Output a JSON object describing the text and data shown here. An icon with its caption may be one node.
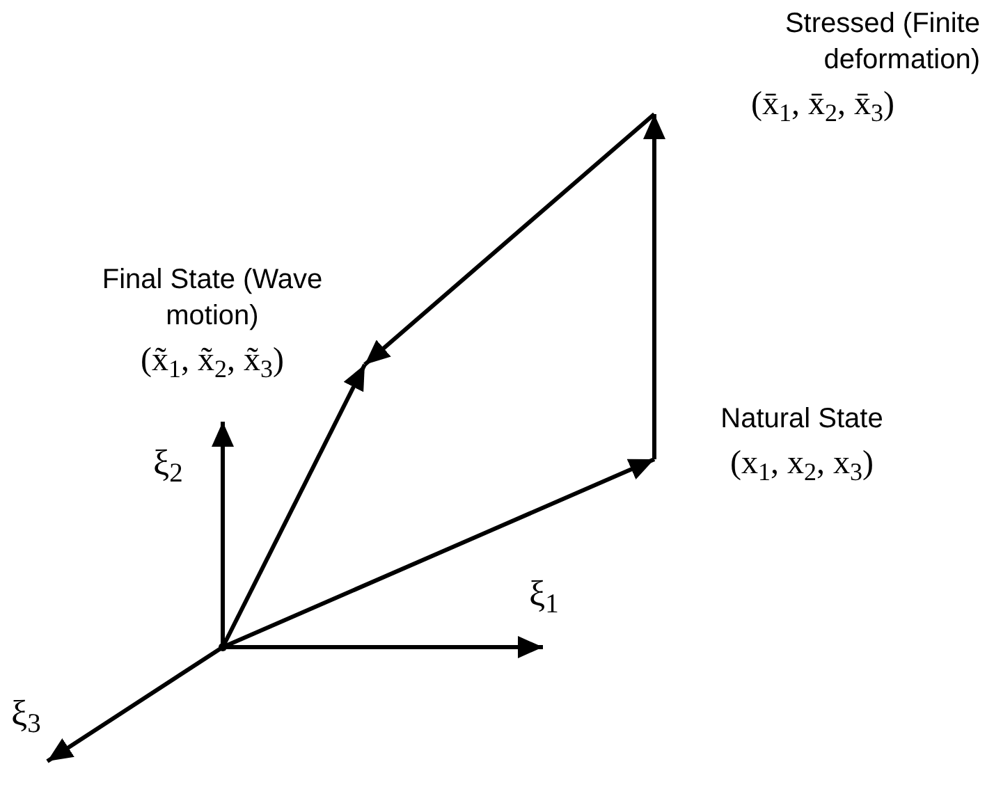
{
  "diagram": {
    "nodes": [
      {
        "text": [
          "Stressed (Finite deformation)",
          "(x̄$_{1}$, x̄$_{2}$, x̄$_{3}$)"
        ]
      },
      {
        "text": [
          "Final State (Wave motion)",
          "(x̃$_{1}$, x̃$_{2}$, x̃$_{3}$)"
        ]
      },
      {
        "text": [
          "Natural State",
          "(x$_{1}$, x$_{2}$, x$_{3}$)"
        ]
      },
      {
        "text": [],
        "shape": "dot"
      }
    ],
    "edges": [
      {
        "from": 3,
        "to": 2,
        "arrow": "to"
      },
      {
        "from": 3,
        "to": 1,
        "arrow": "to"
      },
      {
        "from": 2,
        "to": 0,
        "arrow": "to"
      },
      {
        "from": 0,
        "to": 1,
        "arrow": "to"
      }
    ],
    "labels": [
      "ξ$_{1}$",
      "ξ$_{2}$",
      "ξ$_{3}$"
    ]
  }
}
